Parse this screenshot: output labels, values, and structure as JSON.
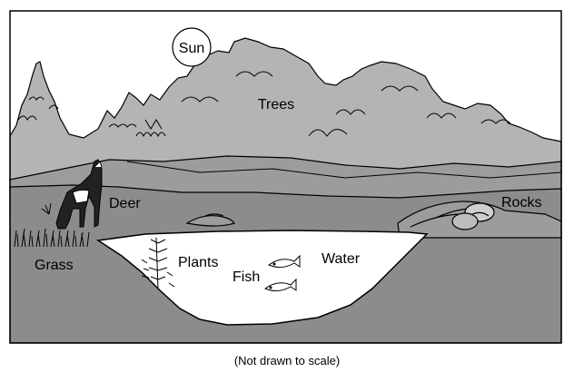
{
  "labels": {
    "sun": "Sun",
    "trees": "Trees",
    "deer": "Deer",
    "rocks": "Rocks",
    "grass": "Grass",
    "plants": "Plants",
    "fish": "Fish",
    "water": "Water"
  },
  "caption": "(Not drawn to scale)",
  "colors": {
    "sky": "#ffffff",
    "trees": "#b4b4b4",
    "far_hills": "#9c9c9c",
    "ground": "#8c8c8c",
    "water": "#ffffff",
    "outline": "#000000"
  }
}
